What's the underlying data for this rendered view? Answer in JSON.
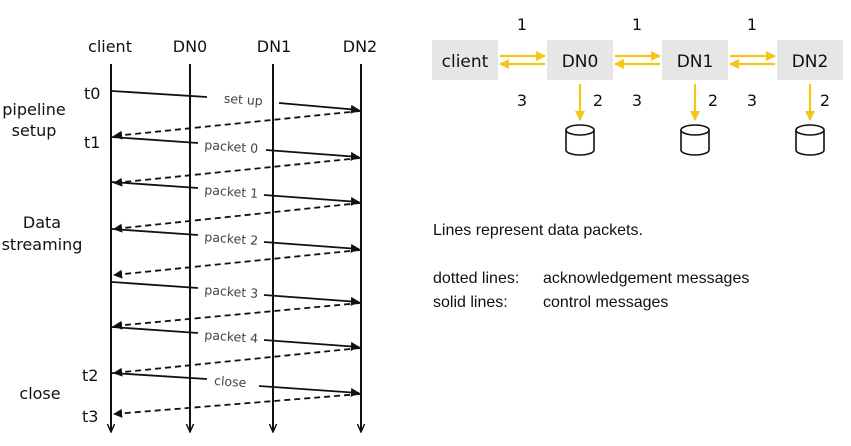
{
  "timeline": {
    "nodes": [
      "client",
      "DN0",
      "DN1",
      "DN2"
    ],
    "times": [
      "t0",
      "t1",
      "t2",
      "t3"
    ],
    "phases": {
      "setup_line1": "pipeline",
      "setup_line2": "setup",
      "data_line1": "Data",
      "data_line2": "streaming",
      "close": "close"
    },
    "messages": [
      "set up",
      "packet 0",
      "packet 1",
      "packet 2",
      "packet 3",
      "packet 4",
      "close"
    ]
  },
  "pipeline": {
    "nodes": [
      "client",
      "DN0",
      "DN1",
      "DN2"
    ],
    "forward_step": "1",
    "ack_step": "3",
    "write_step": "2",
    "arrow_color": "#f5c518",
    "box_color": "#e6e6e6"
  },
  "legend": {
    "line1": "Lines represent data packets.",
    "dotted_key": "dotted lines:",
    "dotted_value": "acknowledgement messages",
    "solid_key": "solid lines:",
    "solid_value": "control messages"
  }
}
